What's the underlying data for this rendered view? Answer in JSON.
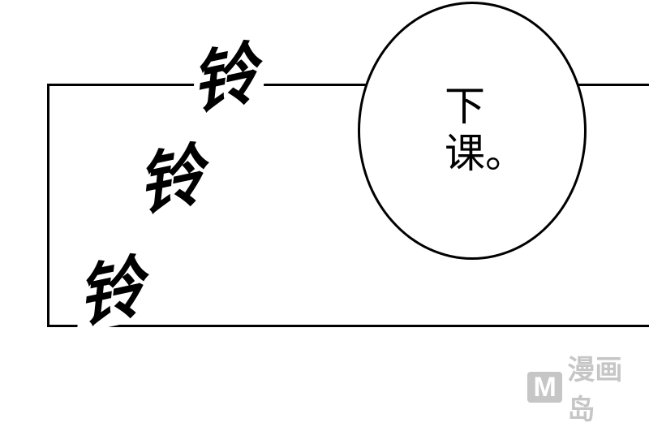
{
  "speech_bubble": {
    "lines": [
      "下",
      "课。"
    ]
  },
  "sound_effects": [
    "铃",
    "铃",
    "铃"
  ],
  "watermark": {
    "logo": "M",
    "text": "漫画岛"
  }
}
